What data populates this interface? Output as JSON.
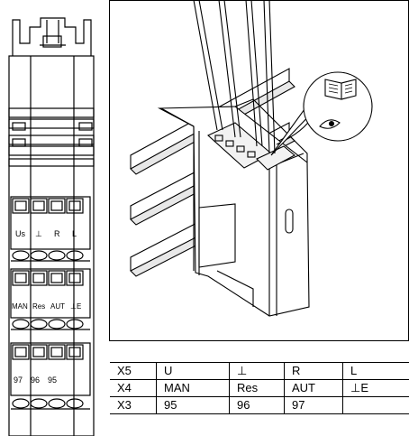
{
  "front_view": {
    "terminal_labels": {
      "upper": [
        "Us",
        "⊥",
        "R",
        "L"
      ],
      "middle": [
        "MAN",
        "Res",
        "AUT",
        "⊥E"
      ],
      "lower": [
        "97",
        "96",
        "95"
      ]
    }
  },
  "table": {
    "rows": [
      [
        "X5",
        "U",
        "⊥",
        "R",
        "L"
      ],
      [
        "X4",
        "MAN",
        "Res",
        "AUT",
        "⊥E"
      ],
      [
        "X3",
        "95",
        "96",
        "97",
        ""
      ]
    ]
  }
}
